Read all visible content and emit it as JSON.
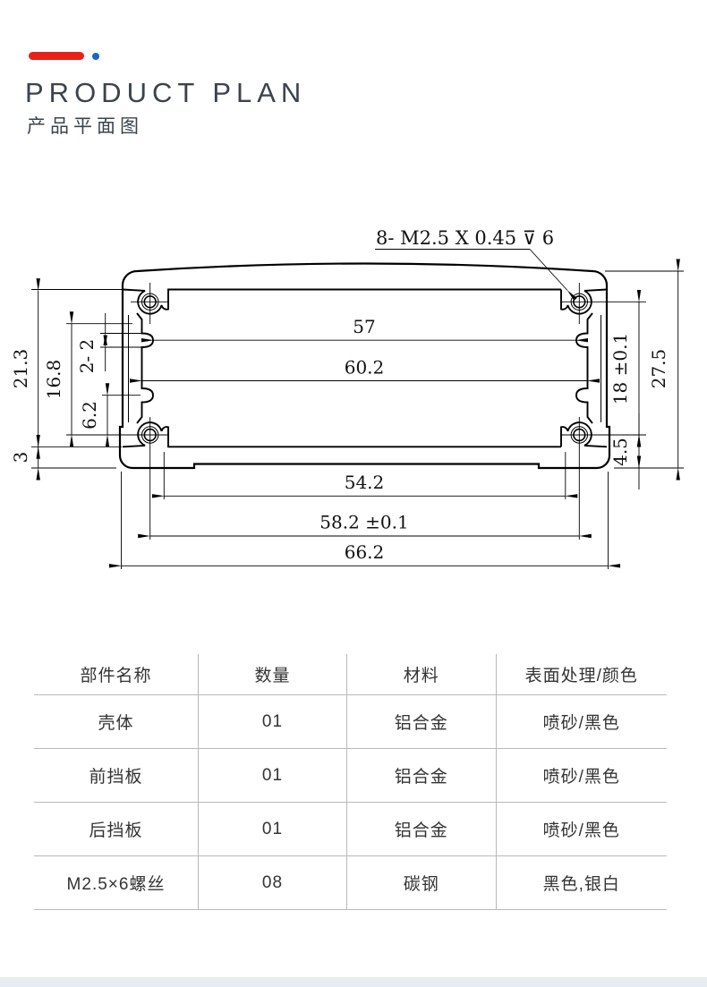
{
  "header": {
    "title": "PRODUCT PLAN",
    "subtitle": "产品平面图",
    "bar_color": "#e8221b",
    "dot_color": "#1a66c4"
  },
  "drawing": {
    "note": "8- M2.5 X 0.45 ⊽ 6",
    "dims": {
      "top_inner_width": "57",
      "mid_inner_width": "60.2",
      "floor_width": "54.2",
      "screw_span_h": "58.2 ±0.1",
      "outer_width": "66.2",
      "cavity_height": "21.3",
      "wall_height": "16.8",
      "notch": "2- 2",
      "lower_step": "6.2",
      "base_thickness": "3",
      "screw_span_v": "18 ±0.1",
      "outer_height": "27.5",
      "foot_height": "4.5"
    }
  },
  "table": {
    "headers": [
      "部件名称",
      "数量",
      "材料",
      "表面处理/颜色"
    ],
    "rows": [
      [
        "壳体",
        "01",
        "铝合金",
        "喷砂/黑色"
      ],
      [
        "前挡板",
        "01",
        "铝合金",
        "喷砂/黑色"
      ],
      [
        "后挡板",
        "01",
        "铝合金",
        "喷砂/黑色"
      ],
      [
        "M2.5×6螺丝",
        "08",
        "碳钢",
        "黑色,银白"
      ]
    ]
  },
  "footer": {
    "strip_color": "#e7ecf1"
  }
}
